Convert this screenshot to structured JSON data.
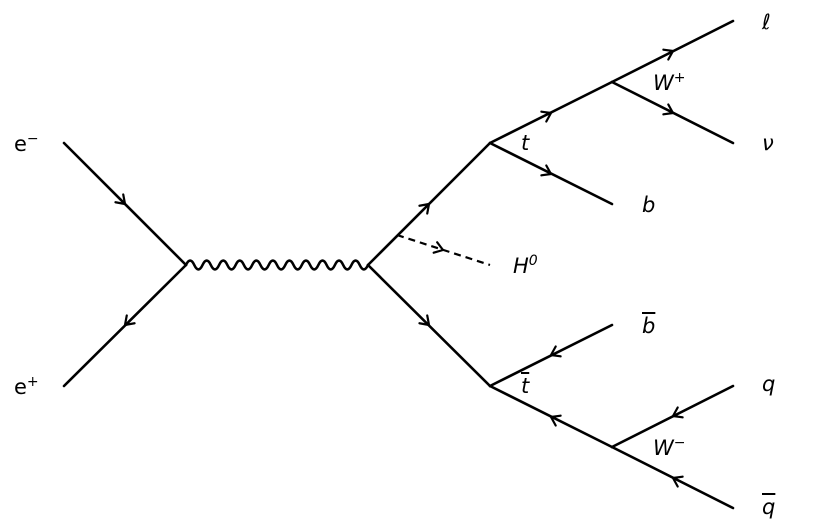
{
  "labels": {
    "e_minus": {
      "base": "e",
      "sup": "−"
    },
    "e_plus": {
      "base": "e",
      "sup": "+"
    },
    "higgs": {
      "base": "H",
      "sup": "0"
    },
    "top": "t",
    "antitop": "t",
    "bottom": "b",
    "antibottom": "b",
    "w_plus": {
      "base": "W",
      "sup": "+"
    },
    "w_minus": {
      "base": "W",
      "sup": "−"
    },
    "lepton": "ℓ",
    "neutrino": "ν",
    "quark": "q",
    "antiquark": "q"
  }
}
